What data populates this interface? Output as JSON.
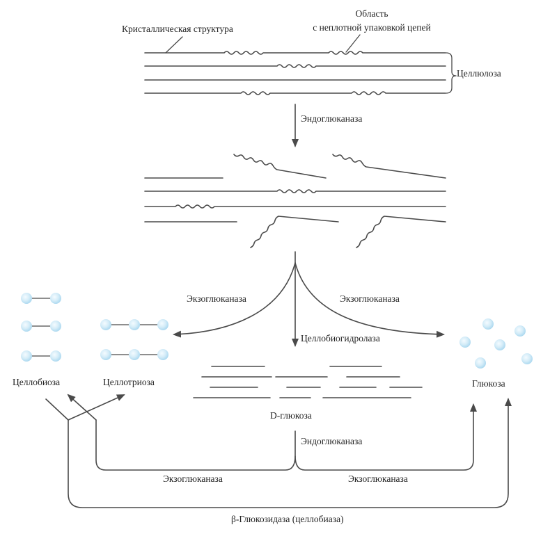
{
  "labels": {
    "crystalline": "Кристаллическая структура",
    "loose_region_line1": "Область",
    "loose_region_line2": "с неплотной упаковкой цепей",
    "cellulose": "Целлюлоза",
    "endoglucanase_top": "Эндоглюканаза",
    "exoglucanase_left": "Экзоглюканаза",
    "exoglucanase_right": "Экзоглюканаза",
    "cellobiohydrolase": "Целлобиогидролаза",
    "cellobiose": "Целлобиоза",
    "cellotriose": "Целлотриоза",
    "glucose": "Глюкоза",
    "d_glucose": "D-глюкоза",
    "endoglucanase_bottom": "Эндоглюканаза",
    "exoglucanase_bottom_left": "Экзоглюканаза",
    "exoglucanase_bottom_right": "Экзоглюканаза",
    "beta_glucosidase": "β-Глюкозидаза (целлобиаза)"
  },
  "colors": {
    "line": "#4a4a4a",
    "text": "#222222",
    "ball_light": "#eef8fd",
    "ball_dark": "#a9d7ef"
  }
}
